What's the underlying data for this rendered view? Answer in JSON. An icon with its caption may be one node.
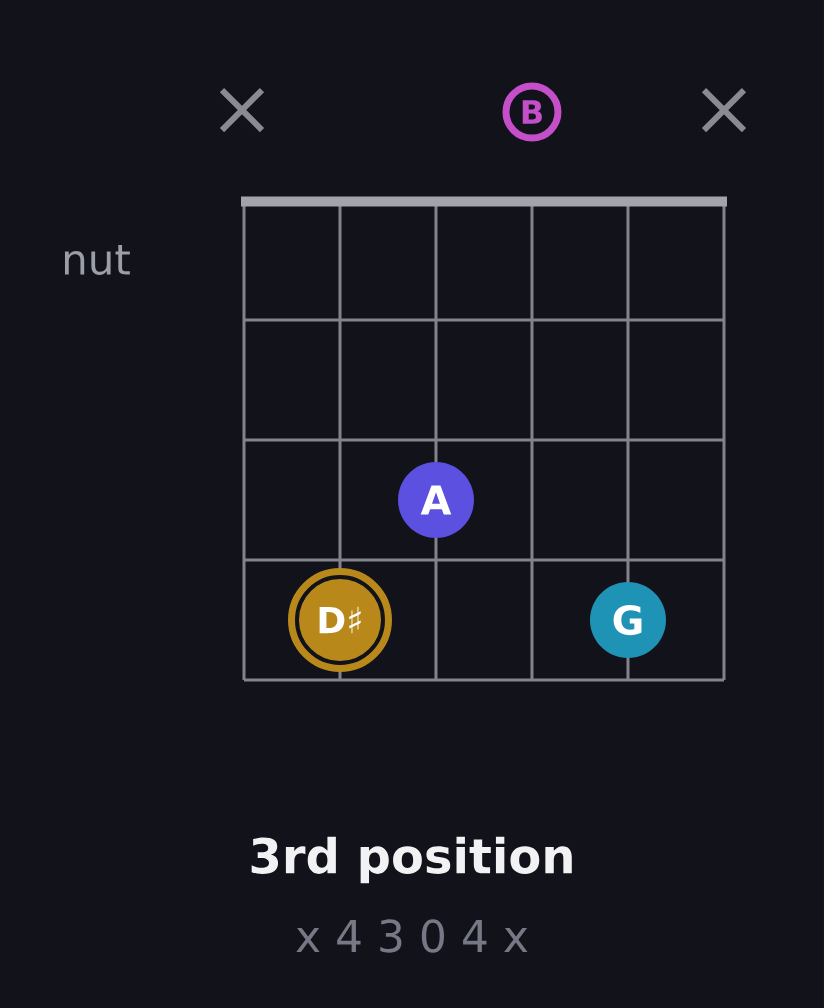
{
  "diagram": {
    "title": "3rd position",
    "caption": "x 4 3 0 4 x",
    "nodes": [
      {
        "text": [
          "B"
        ]
      },
      {
        "text": [
          "A"
        ]
      },
      {
        "text": [
          "D♯"
        ]
      },
      {
        "text": [
          "G"
        ]
      }
    ],
    "labels": [
      "nut"
    ]
  }
}
